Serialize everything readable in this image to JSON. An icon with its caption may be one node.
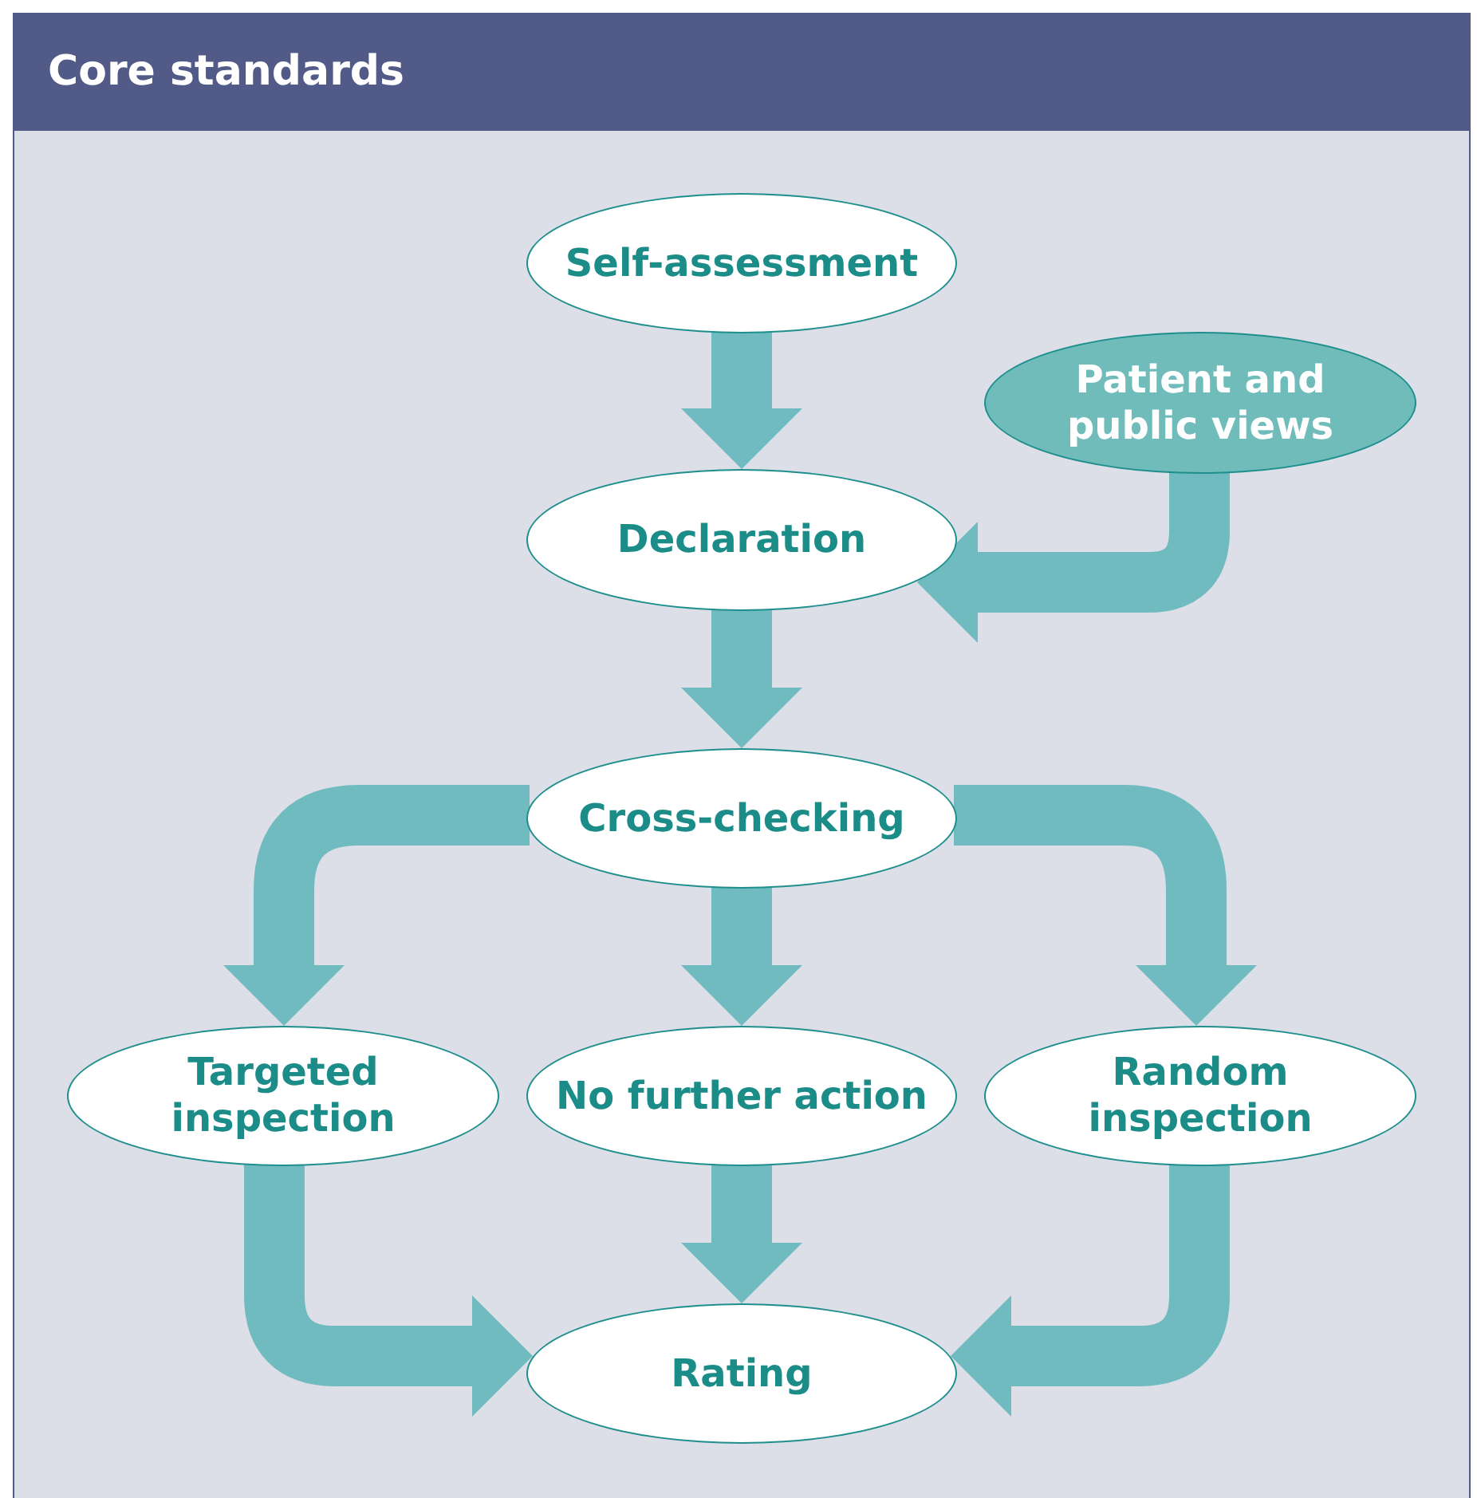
{
  "diagram": {
    "title": "Core standards",
    "nodes": [
      {
        "text": [
          "Self-assessment"
        ]
      },
      {
        "text": [
          "Patient and public views"
        ]
      },
      {
        "text": [
          "Declaration"
        ]
      },
      {
        "text": [
          "Cross-checking"
        ]
      },
      {
        "text": [
          "Targeted inspection"
        ]
      },
      {
        "text": [
          "No further action"
        ]
      },
      {
        "text": [
          "Random inspection"
        ]
      },
      {
        "text": [
          "Rating"
        ]
      }
    ],
    "edges": [
      {
        "from": 0,
        "to": 2,
        "arrow": "to"
      },
      {
        "from": 1,
        "to": 2,
        "arrow": "to"
      },
      {
        "from": 2,
        "to": 3,
        "arrow": "to"
      },
      {
        "from": 3,
        "to": 4,
        "arrow": "to"
      },
      {
        "from": 3,
        "to": 5,
        "arrow": "to"
      },
      {
        "from": 3,
        "to": 6,
        "arrow": "to"
      },
      {
        "from": 4,
        "to": 7,
        "arrow": "to"
      },
      {
        "from": 5,
        "to": 7,
        "arrow": "to"
      },
      {
        "from": 6,
        "to": 7,
        "arrow": "to"
      }
    ]
  }
}
